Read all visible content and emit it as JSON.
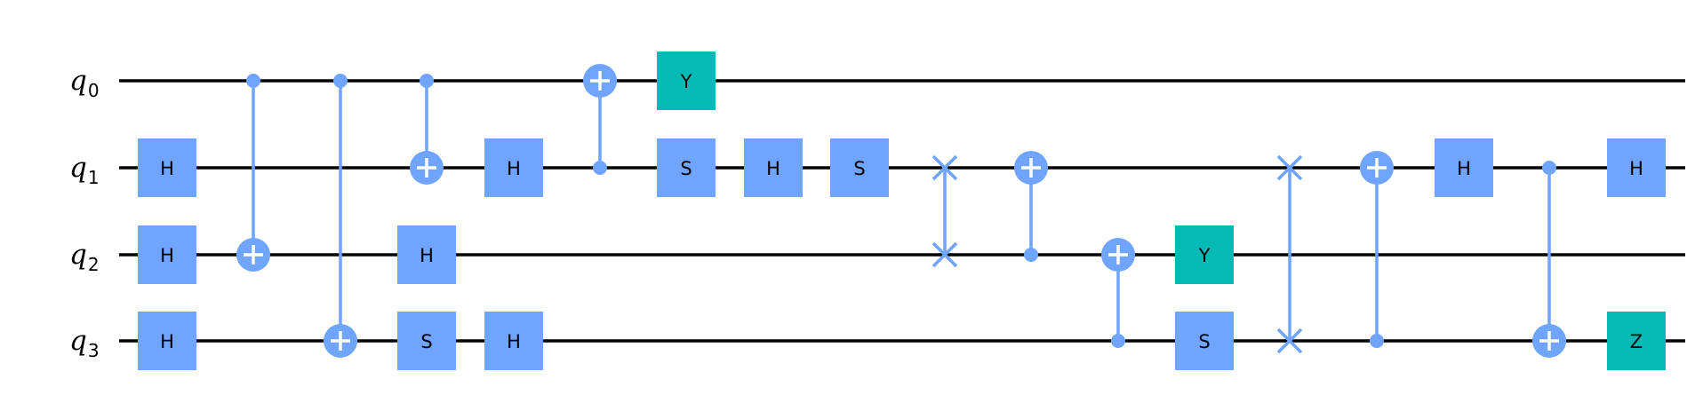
{
  "colors": {
    "gate": "#6fa4ff",
    "pauli": "#05bab6",
    "wire": "#000000",
    "background": "#ffffff",
    "text": "#000000"
  },
  "qubits": [
    {
      "name": "q",
      "index": "0"
    },
    {
      "name": "q",
      "index": "1"
    },
    {
      "name": "q",
      "index": "2"
    },
    {
      "name": "q",
      "index": "3"
    }
  ],
  "operations": [
    {
      "type": "gate",
      "label": "H",
      "qubit": 1,
      "col": 0
    },
    {
      "type": "gate",
      "label": "H",
      "qubit": 2,
      "col": 0
    },
    {
      "type": "gate",
      "label": "H",
      "qubit": 3,
      "col": 0
    },
    {
      "type": "cx",
      "control": 0,
      "target": 2,
      "col": 1
    },
    {
      "type": "cx",
      "control": 0,
      "target": 3,
      "col": 2
    },
    {
      "type": "cx",
      "control": 0,
      "target": 1,
      "col": 3
    },
    {
      "type": "gate",
      "label": "H",
      "qubit": 2,
      "col": 3
    },
    {
      "type": "gate",
      "label": "S",
      "qubit": 3,
      "col": 3
    },
    {
      "type": "gate",
      "label": "H",
      "qubit": 1,
      "col": 4
    },
    {
      "type": "gate",
      "label": "H",
      "qubit": 3,
      "col": 4
    },
    {
      "type": "cx",
      "control": 1,
      "target": 0,
      "col": 5
    },
    {
      "type": "gate",
      "label": "Y",
      "qubit": 0,
      "col": 6,
      "pauli": true
    },
    {
      "type": "gate",
      "label": "S",
      "qubit": 1,
      "col": 6
    },
    {
      "type": "gate",
      "label": "H",
      "qubit": 1,
      "col": 7
    },
    {
      "type": "gate",
      "label": "S",
      "qubit": 1,
      "col": 8
    },
    {
      "type": "swap",
      "qubits": [
        1,
        2
      ],
      "col": 9
    },
    {
      "type": "cx",
      "control": 2,
      "target": 1,
      "col": 10
    },
    {
      "type": "cx",
      "control": 3,
      "target": 2,
      "col": 11
    },
    {
      "type": "gate",
      "label": "Y",
      "qubit": 2,
      "col": 12,
      "pauli": true
    },
    {
      "type": "gate",
      "label": "S",
      "qubit": 3,
      "col": 12
    },
    {
      "type": "swap",
      "qubits": [
        1,
        3
      ],
      "col": 13
    },
    {
      "type": "cx",
      "control": 3,
      "target": 1,
      "col": 14
    },
    {
      "type": "gate",
      "label": "H",
      "qubit": 1,
      "col": 15
    },
    {
      "type": "cx",
      "control": 1,
      "target": 3,
      "col": 16
    },
    {
      "type": "gate",
      "label": "H",
      "qubit": 1,
      "col": 17
    },
    {
      "type": "gate",
      "label": "Z",
      "qubit": 3,
      "col": 17,
      "pauli": true
    }
  ]
}
